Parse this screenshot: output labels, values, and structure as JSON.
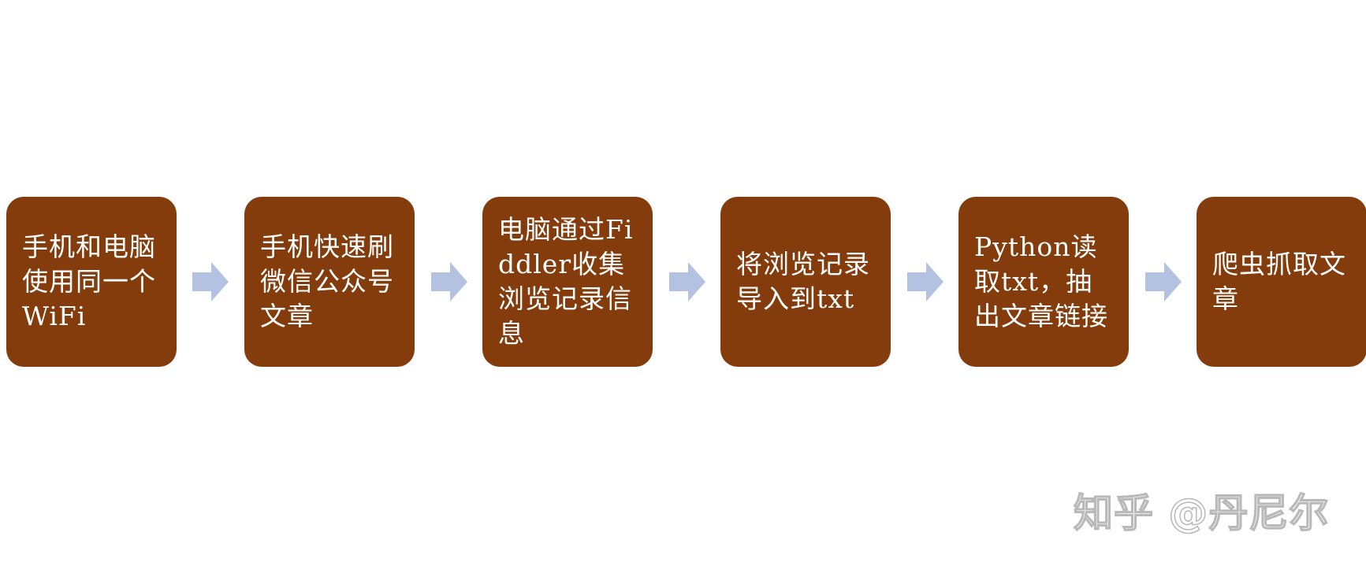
{
  "steps": [
    {
      "label": "手机和电脑使用同一个WiFi"
    },
    {
      "label": "手机快速刷微信公众号文章"
    },
    {
      "label": "电脑通过Fiddler收集浏览记录信息"
    },
    {
      "label": "将浏览记录导入到txt"
    },
    {
      "label": "Python读取txt，抽出文章链接"
    },
    {
      "label": "爬虫抓取文章"
    }
  ],
  "colors": {
    "step_fill": "#843c0c",
    "step_text": "#ffffff",
    "arrow_fill": "#b4c2e2"
  },
  "watermark": "知乎 @丹尼尔"
}
